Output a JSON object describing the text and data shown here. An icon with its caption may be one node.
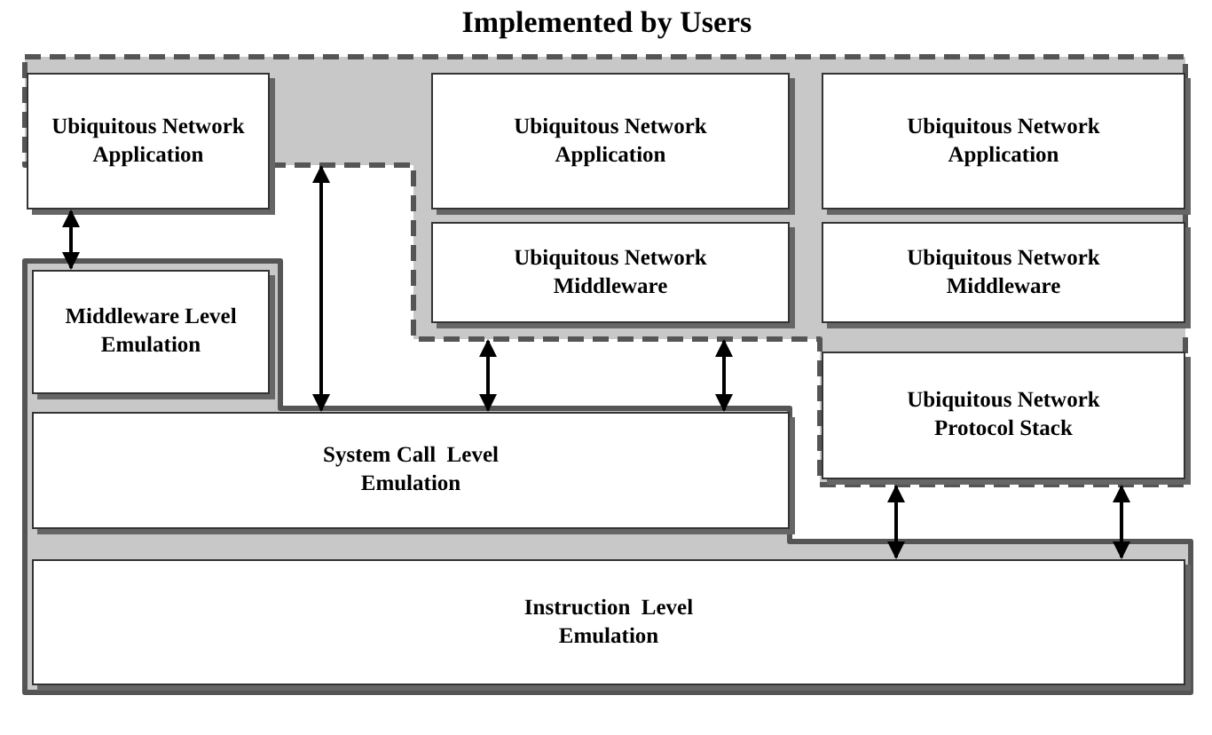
{
  "diagram": {
    "nodes": [
      {
        "text": [
          "Implemented by Users"
        ]
      },
      {
        "text": [
          "Ubiquitous Network Application"
        ],
        "in": 0
      },
      {
        "text": [
          "Ubiquitous Network Application"
        ],
        "in": 0
      },
      {
        "text": [
          "Ubiquitous Network Application"
        ],
        "in": 0
      },
      {
        "text": [
          "Ubiquitous Network Middleware"
        ],
        "in": 0
      },
      {
        "text": [
          "Ubiquitous Network Middleware"
        ],
        "in": 0
      },
      {
        "text": [
          "Ubiquitous Network Protocol Stack"
        ],
        "in": 0
      },
      {
        "text": [],
        "shape": "box"
      },
      {
        "text": [
          "Middleware Level Emulation"
        ],
        "in": 7
      },
      {
        "text": [
          "System Call  Level Emulation"
        ],
        "in": 7
      },
      {
        "text": [
          "Instruction  Level Emulation"
        ],
        "in": 7
      }
    ],
    "edges": [
      {
        "from": 1,
        "to": 8,
        "arrow": "both"
      },
      {
        "from": 0,
        "to": 9,
        "arrow": "both"
      },
      {
        "from": 0,
        "to": 9,
        "arrow": "both"
      },
      {
        "from": 0,
        "to": 9,
        "arrow": "both"
      },
      {
        "from": 0,
        "to": 10,
        "arrow": "both"
      },
      {
        "from": 0,
        "to": 10,
        "arrow": "both"
      }
    ]
  }
}
